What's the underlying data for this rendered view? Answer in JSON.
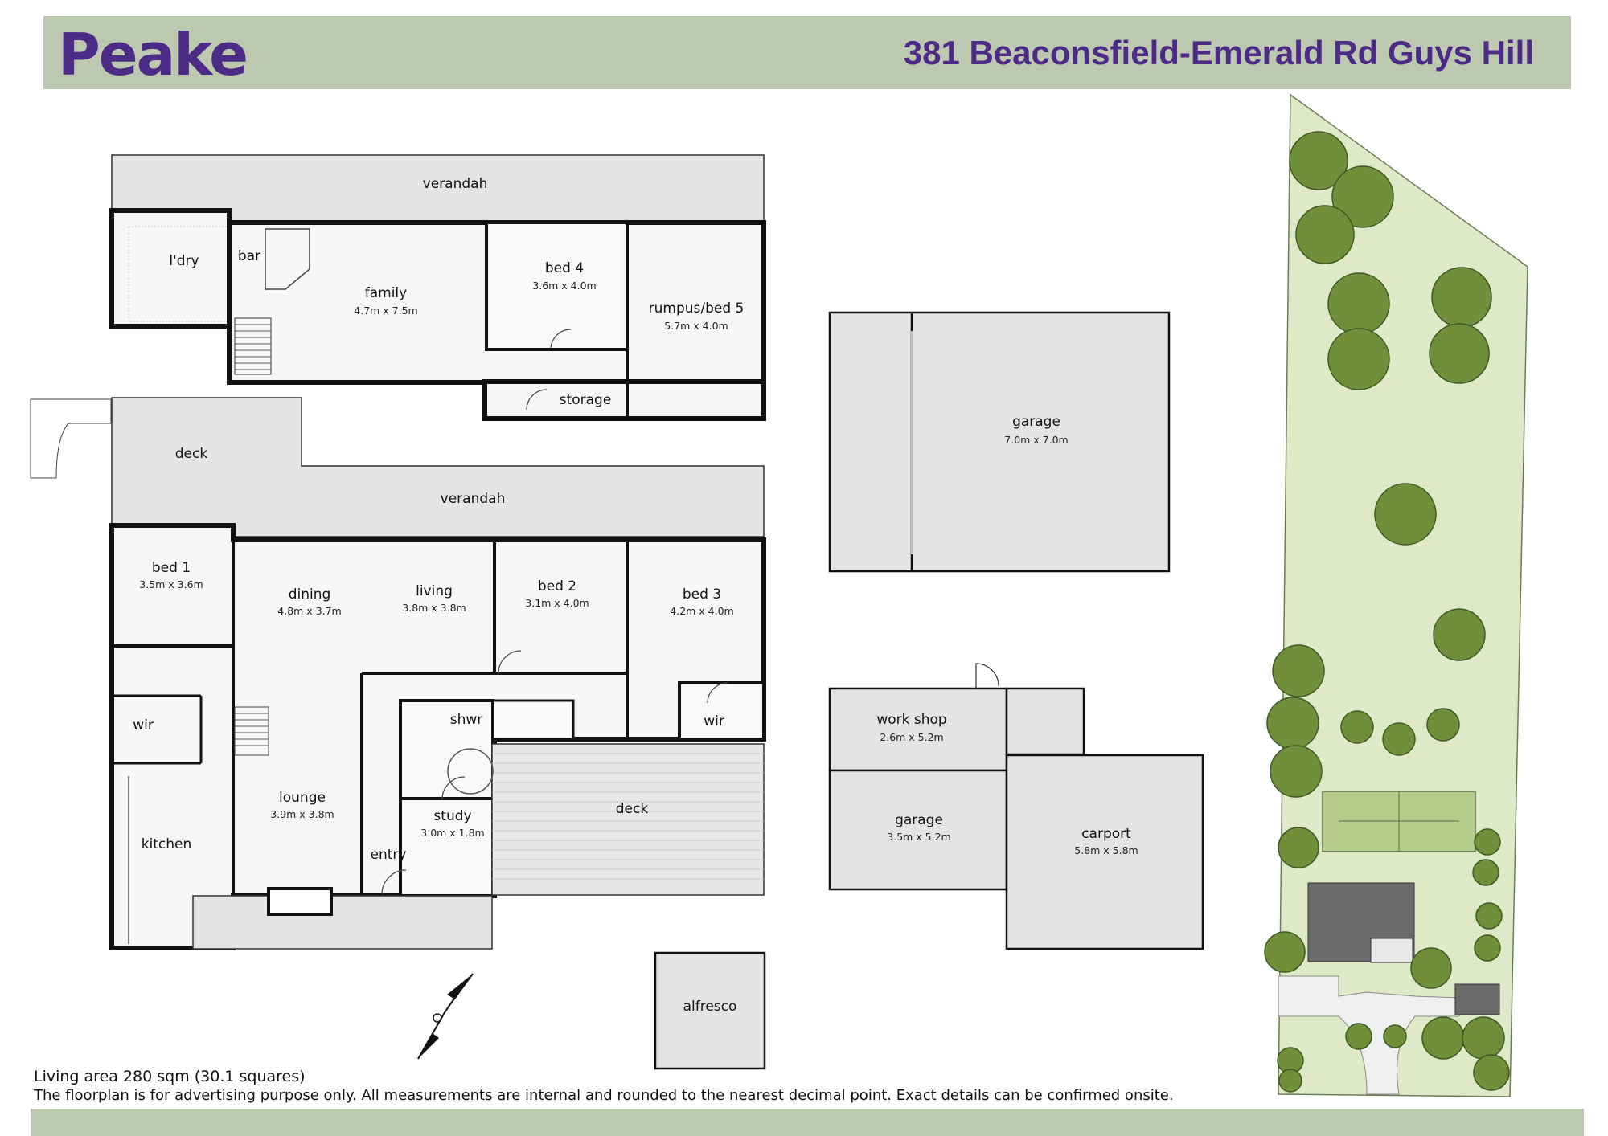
{
  "header": {
    "brand": "Peake",
    "address": "381 Beaconsfield-Emerald Rd Guys Hill"
  },
  "footer": {
    "living_area": "Living area 280 sqm (30.1 squares)",
    "disclaimer": "The floorplan is for advertising purpose only. All measurements are internal and rounded to the nearest decimal point. Exact details can be confirmed onsite."
  },
  "rooms": {
    "verandah_upper": {
      "name": "verandah"
    },
    "laundry": {
      "name": "l'dry"
    },
    "bar": {
      "name": "bar"
    },
    "family": {
      "name": "family",
      "size": "4.7m x 7.5m"
    },
    "bed4": {
      "name": "bed 4",
      "size": "3.6m x 4.0m"
    },
    "rumpus": {
      "name": "rumpus/bed 5",
      "size": "5.7m x 4.0m"
    },
    "storage": {
      "name": "storage"
    },
    "deck_upper": {
      "name": "deck"
    },
    "verandah_lower": {
      "name": "verandah"
    },
    "bed1": {
      "name": "bed 1",
      "size": "3.5m x 3.6m"
    },
    "dining": {
      "name": "dining",
      "size": "4.8m x 3.7m"
    },
    "living": {
      "name": "living",
      "size": "3.8m x 3.8m"
    },
    "bed2": {
      "name": "bed 2",
      "size": "3.1m x 4.0m"
    },
    "bed3": {
      "name": "bed 3",
      "size": "4.2m x 4.0m"
    },
    "wir1": {
      "name": "wir"
    },
    "wir2": {
      "name": "wir"
    },
    "shwr": {
      "name": "shwr"
    },
    "lounge": {
      "name": "lounge",
      "size": "3.9m x 3.8m"
    },
    "study": {
      "name": "study",
      "size": "3.0m x 1.8m"
    },
    "entry": {
      "name": "entry"
    },
    "kitchen": {
      "name": "kitchen"
    },
    "deck_lower": {
      "name": "deck"
    },
    "alfresco": {
      "name": "alfresco"
    },
    "garage_main": {
      "name": "garage",
      "size": "7.0m x 7.0m"
    },
    "workshop": {
      "name": "work shop",
      "size": "2.6m x 5.2m"
    },
    "garage_small": {
      "name": "garage",
      "size": "3.5m x 5.2m"
    },
    "carport": {
      "name": "carport",
      "size": "5.8m x 5.8m"
    }
  },
  "colors": {
    "brand": "#4b2b86",
    "band": "#bdc8b1",
    "outdoor": "#e3e3e3",
    "wall": "#111111",
    "lawn": "#dfe9c8",
    "tree": "#6f8f3a"
  },
  "icons": {
    "north_arrow": "compass-north-arrow",
    "trees": "tree-canopy"
  }
}
